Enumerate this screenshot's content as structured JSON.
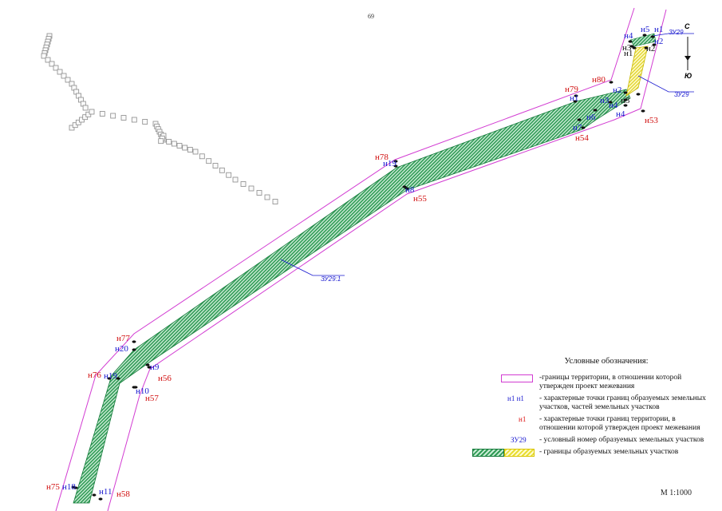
{
  "page_number": "69",
  "scale": "М 1:1000",
  "north_arrow": {
    "north": "С",
    "south": "Ю"
  },
  "parcel_labels": {
    "main": "ЗУ29",
    "part": "ЗУ29:1"
  },
  "territory_points": [
    "н53",
    "н54",
    "н55",
    "н56",
    "н57",
    "н58",
    "н75",
    "н76",
    "н77",
    "н78",
    "н79",
    "н80"
  ],
  "parcel_points": [
    "н1",
    "н2",
    "н3",
    "н4",
    "н5",
    "н6",
    "н7",
    "н8",
    "н9",
    "н10",
    "н11",
    "н18",
    "н19",
    "н20"
  ],
  "colors": {
    "territory_border": "#d23cd2",
    "parcel_fill": "#2f9a55",
    "parcel_part_fill": "#e8de33",
    "territory_label": "#d11111",
    "parcel_label": "#1a1ad0"
  },
  "legend": {
    "title": "Условные обозначения:",
    "items": [
      {
        "text": "-границы территории, в отношении которой утвержден проект межевания"
      },
      {
        "symbol": "н1 н1",
        "text": "- характерные точки границ образуемых земельных участков, частей земельных участков"
      },
      {
        "symbol": "н1",
        "text": "-  характерные точки границ территории, в отношении которой утвержден проект межевания"
      },
      {
        "symbol": "ЗУ29",
        "text": "- условный номер образуемых земельных участков"
      },
      {
        "text": "- границы образуемых земельных участков"
      }
    ]
  }
}
